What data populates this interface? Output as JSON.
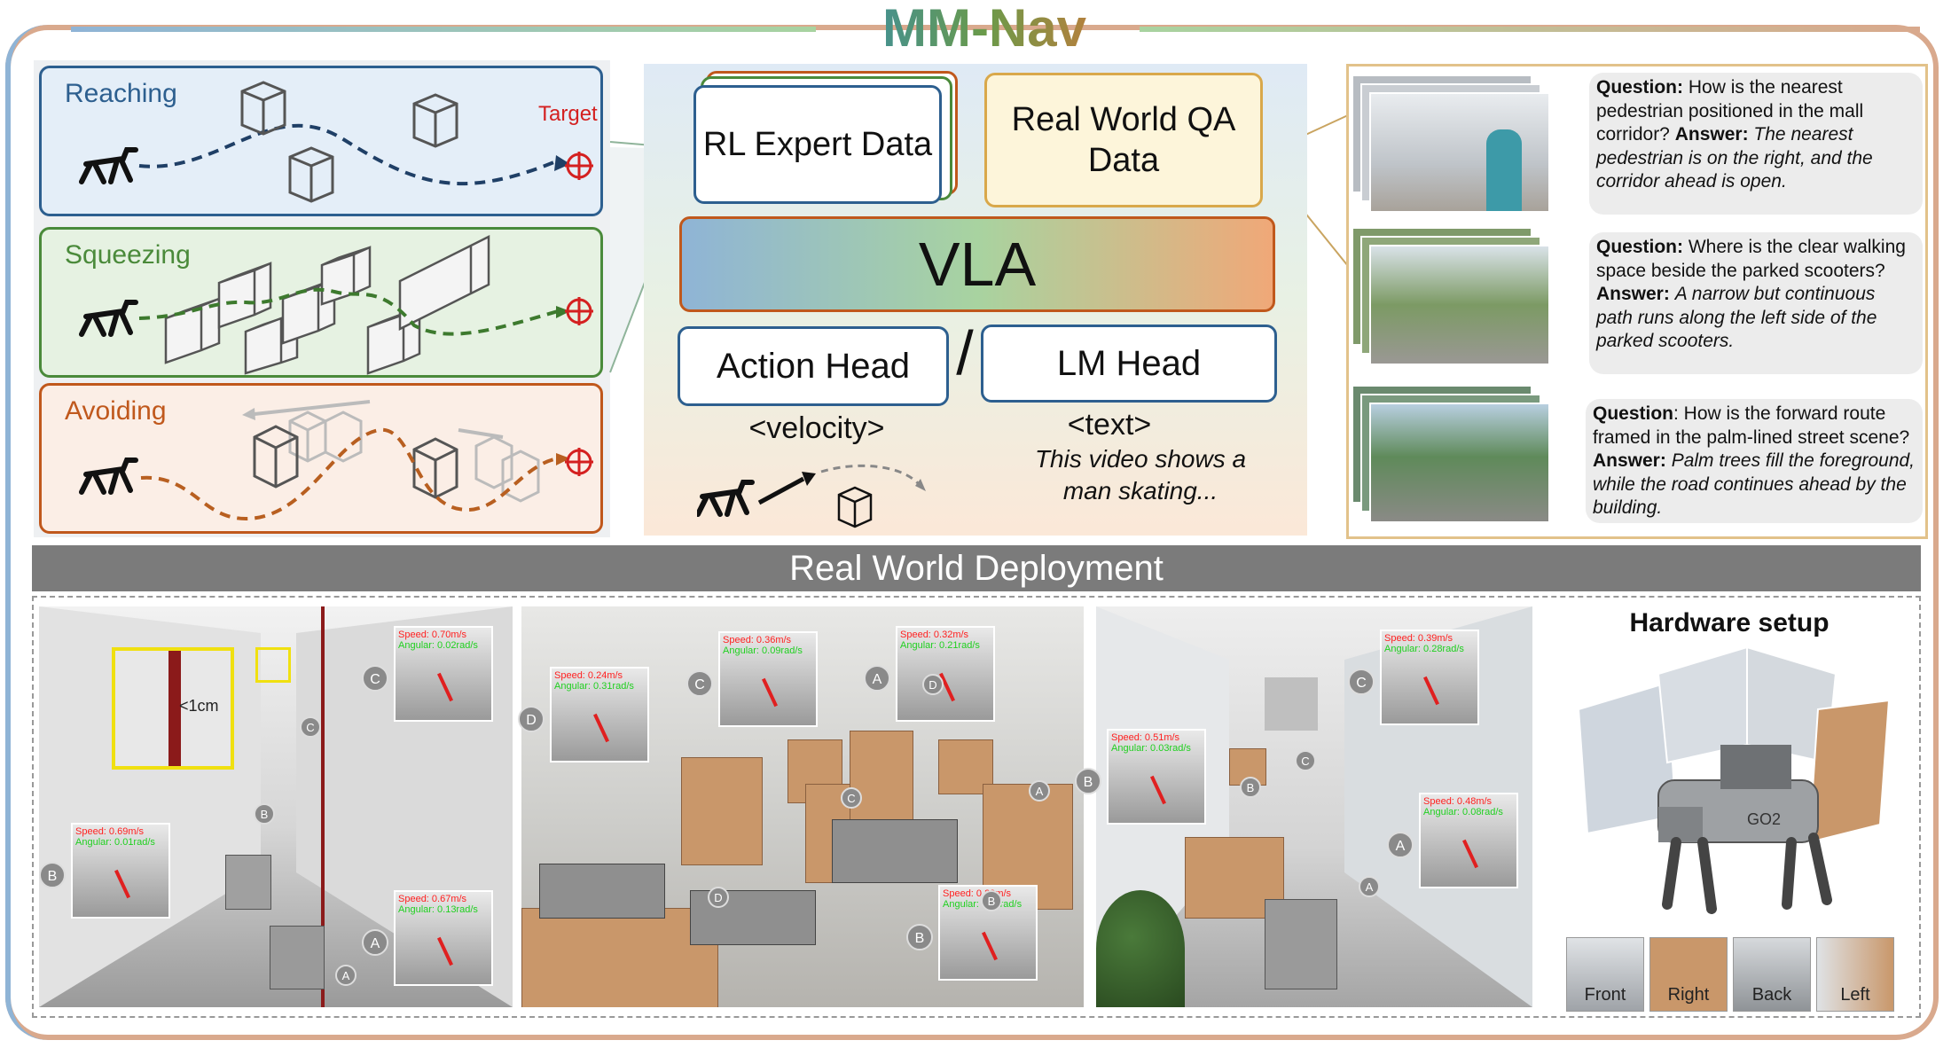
{
  "title": "MM-Nav",
  "tasks": [
    {
      "label": "Reaching",
      "color": "#2d5f8f",
      "target_label": "Target"
    },
    {
      "label": "Squeezing",
      "color": "#4a8a3a"
    },
    {
      "label": "Avoiding",
      "color": "#c0581c"
    }
  ],
  "center": {
    "rl_data": "RL Expert Data",
    "qa_data": "Real World QA Data",
    "vla": "VLA",
    "action_head": "Action Head",
    "separator": "/",
    "lm_head": "LM Head",
    "velocity": "<velocity>",
    "text_token": "<text>",
    "caption": "This video shows a man skating..."
  },
  "qa": [
    {
      "q_label": "Question:",
      "q": "How is the nearest pedestrian positioned in the mall corridor?",
      "a_label": "Answer:",
      "a": "The nearest pedestrian is on the right, and the corridor ahead is open."
    },
    {
      "q_label": "Question:",
      "q": "Where is the clear walking space beside the parked scooters?",
      "a_label": "Answer:",
      "a": "A narrow but continuous path runs along the left side of the parked scooters."
    },
    {
      "q_label": "Question",
      "q": ": How is the forward route framed in the palm-lined street scene?",
      "a_label": "Answer:",
      "a": "Palm trees fill the foreground, while the road continues ahead by the building."
    }
  ],
  "deployment": {
    "title": "Real World Deployment",
    "gap_label": "<1cm",
    "hardware_title": "Hardware setup",
    "views": [
      "Front",
      "Right",
      "Back",
      "Left"
    ],
    "robot_tag": "GO2"
  },
  "insets": [
    {
      "speed": "Speed: 0.70m/s",
      "angular": "Angular: 0.02rad/s",
      "marker": "C"
    },
    {
      "speed": "Speed: 0.69m/s",
      "angular": "Angular: 0.01rad/s",
      "marker": "B"
    },
    {
      "speed": "Speed: 0.67m/s",
      "angular": "Angular: 0.13rad/s",
      "marker": "A"
    },
    {
      "speed": "Speed: 0.24m/s",
      "angular": "Angular: 0.31rad/s",
      "marker": "D"
    },
    {
      "speed": "Speed: 0.36m/s",
      "angular": "Angular: 0.09rad/s",
      "marker": "C"
    },
    {
      "speed": "Speed: 0.32m/s",
      "angular": "Angular: 0.21rad/s",
      "marker": "A"
    },
    {
      "speed": "Speed: 0.29m/s",
      "angular": "Angular: 0.11rad/s",
      "marker": "B"
    },
    {
      "speed": "Speed: 0.51m/s",
      "angular": "Angular: 0.03rad/s",
      "marker": "B"
    },
    {
      "speed": "Speed: 0.39m/s",
      "angular": "Angular: 0.28rad/s",
      "marker": "C"
    },
    {
      "speed": "Speed: 0.48m/s",
      "angular": "Angular: 0.08rad/s",
      "marker": "A"
    }
  ],
  "scene_markers": [
    "C",
    "B",
    "A",
    "D",
    "C",
    "B",
    "D",
    "A",
    "C",
    "B",
    "A"
  ],
  "colors": {
    "accent_blue": "#2d5f8f",
    "accent_green": "#4a8a3a",
    "accent_orange": "#c0581c",
    "target_red": "#d42020"
  }
}
